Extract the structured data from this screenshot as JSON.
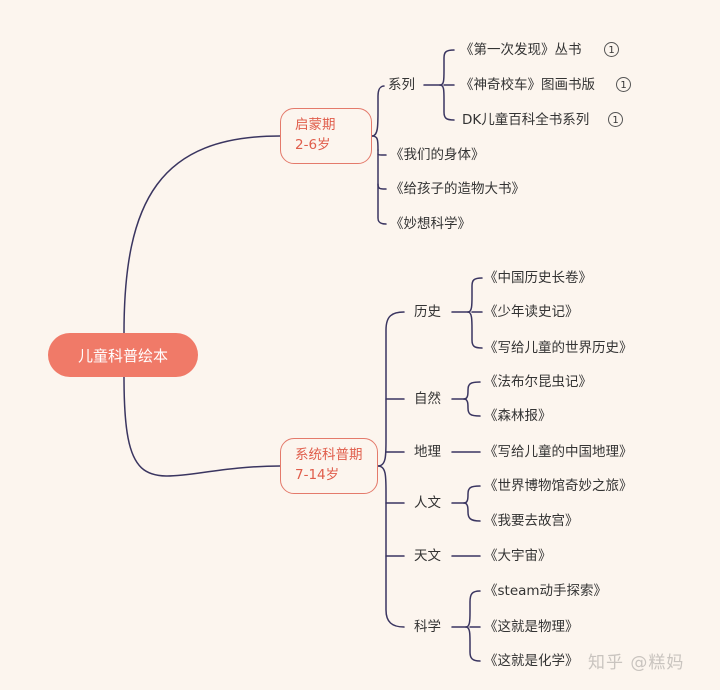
{
  "root": {
    "label": "儿童科普绘本"
  },
  "branches": [
    {
      "label_line1": "启蒙期",
      "label_line2": "2-6岁",
      "children": [
        {
          "label": "系列",
          "children": [
            {
              "label": "《第一次发现》丛书",
              "badge": "1"
            },
            {
              "label": "《神奇校车》图画书版",
              "badge": "1"
            },
            {
              "label": "DK儿童百科全书系列",
              "badge": "1"
            }
          ]
        },
        {
          "label": "《我们的身体》"
        },
        {
          "label": "《给孩子的造物大书》"
        },
        {
          "label": "《妙想科学》"
        }
      ]
    },
    {
      "label_line1": "系统科普期",
      "label_line2": "7-14岁",
      "children": [
        {
          "label": "历史",
          "children": [
            {
              "label": "《中国历史长卷》"
            },
            {
              "label": "《少年读史记》"
            },
            {
              "label": "《写给儿童的世界历史》"
            }
          ]
        },
        {
          "label": "自然",
          "children": [
            {
              "label": "《法布尔昆虫记》"
            },
            {
              "label": "《森林报》"
            }
          ]
        },
        {
          "label": "地理",
          "children": [
            {
              "label": "《写给儿童的中国地理》"
            }
          ]
        },
        {
          "label": "人文",
          "children": [
            {
              "label": "《世界博物馆奇妙之旅》"
            },
            {
              "label": "《我要去故宫》"
            }
          ]
        },
        {
          "label": "天文",
          "children": [
            {
              "label": "《大宇宙》"
            }
          ]
        },
        {
          "label": "科学",
          "children": [
            {
              "label": "《steam动手探索》"
            },
            {
              "label": "《这就是物理》"
            },
            {
              "label": "《这就是化学》"
            }
          ]
        }
      ]
    }
  ],
  "watermark": "知乎 @糕妈",
  "colors": {
    "background": "#fcf5ee",
    "root": "#f07a68",
    "branch_border": "#e47a6b",
    "branch_text": "#e05d4b",
    "line": "#3a3560"
  }
}
